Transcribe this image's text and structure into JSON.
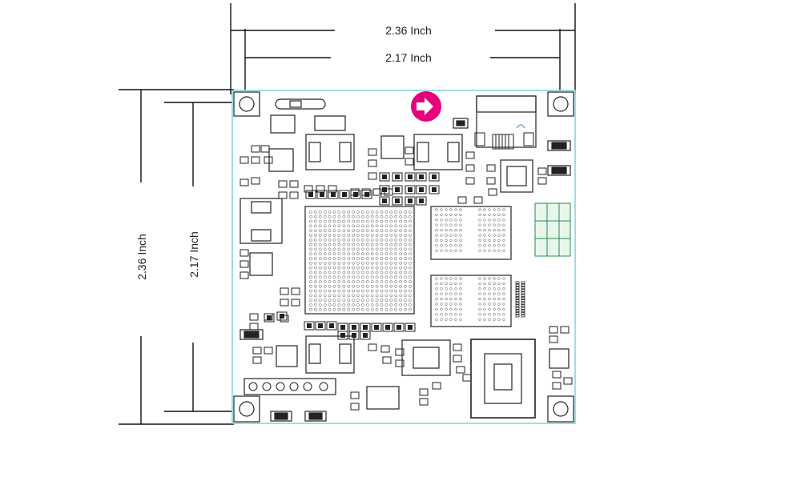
{
  "dimensions": {
    "outer_width": "2.36 Inch",
    "inner_width": "2.17 Inch",
    "outer_height": "2.36 Inch",
    "inner_height": "2.17 Inch"
  },
  "colors": {
    "board_outline": "#7fd0d8",
    "dimension_lines": "#111111",
    "component_stroke": "#222222",
    "indicator_arrow": "#e6007e",
    "connector_table": "#2a8c4a",
    "connector_fill": "#e8f6ec"
  },
  "icons": {
    "indicator": "arrow-right-circle-icon",
    "mounting_holes": "mounting-hole-icon"
  }
}
